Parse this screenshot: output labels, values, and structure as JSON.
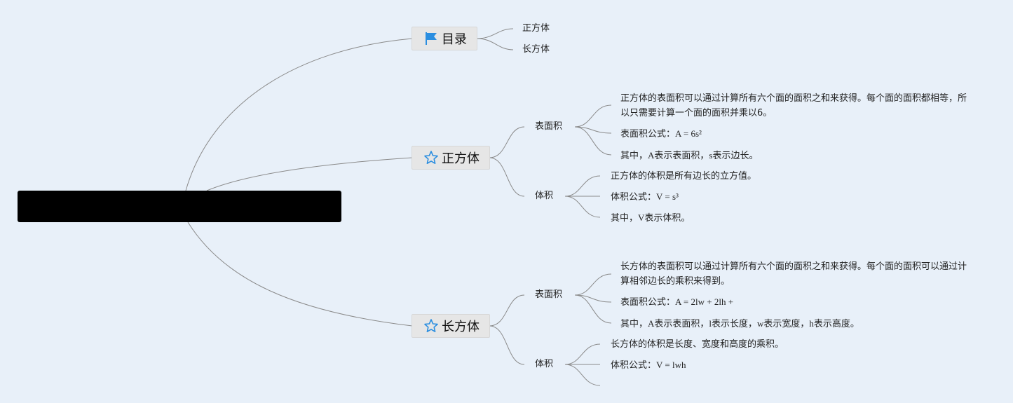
{
  "colors": {
    "background": "#e8f0f9",
    "link": "#8a8a8a",
    "icon_blue": "#2b8ee0"
  },
  "root": {
    "label": ""
  },
  "topics": [
    {
      "label": "目录",
      "icon": "flag-icon",
      "children": [
        {
          "label": "正方体"
        },
        {
          "label": "长方体"
        }
      ]
    },
    {
      "label": "正方体",
      "icon": "star-icon",
      "children": [
        {
          "label": "表面积",
          "items": [
            "正方体的表面积可以通过计算所有六个面的面积之和来获得。每个面的面积都相等，所以只需要计算一个面的面积并乘以6。",
            "表面积公式：A = 6s²",
            "其中，A表示表面积，s表示边长。"
          ]
        },
        {
          "label": "体积",
          "items": [
            "正方体的体积是所有边长的立方值。",
            "体积公式：V = s³",
            "其中，V表示体积。"
          ]
        }
      ]
    },
    {
      "label": "长方体",
      "icon": "star-icon",
      "children": [
        {
          "label": "表面积",
          "items": [
            "长方体的表面积可以通过计算所有六个面的面积之和来获得。每个面的面积可以通过计算相邻边长的乘积来得到。",
            "表面积公式：A = 2lw + 2lh +",
            "其中，A表示表面积，l表示长度，w表示宽度，h表示高度。"
          ]
        },
        {
          "label": "体积",
          "items": [
            "长方体的体积是长度、宽度和高度的乘积。",
            "体积公式：V = lwh",
            ""
          ]
        }
      ]
    }
  ]
}
